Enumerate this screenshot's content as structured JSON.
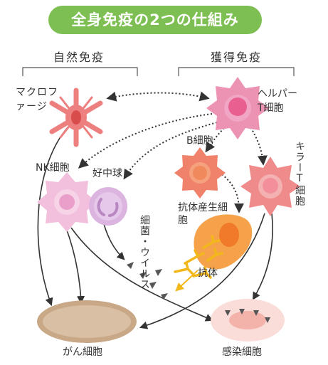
{
  "title": "全身免疫の2つの仕組み",
  "groups": {
    "innate": "自然免疫",
    "acquired": "獲得免疫"
  },
  "cells": {
    "macrophage": "マクロファージ",
    "helper_t": "ヘルパーT細胞",
    "b_cell": "B細胞",
    "nk_cell": "NK細胞",
    "neutrophil": "好中球",
    "killer_t": "キラーT細胞",
    "plasma_cell": "抗体産生細胞",
    "bacteria_virus": "細菌・ウイルス",
    "antibody": "抗体",
    "cancer_cell": "がん細胞",
    "infected_cell": "感染細胞"
  },
  "colors": {
    "title_bg": "#7dbf53",
    "macrophage": "#ee7f7f",
    "helper_t": "#ec93b4",
    "b_cell": "#f0826b",
    "nk_cell": "#f2c0dc",
    "neutrophil": "#dbb4e0",
    "killer_t": "#f08b8b",
    "plasma_cell": "#f5a24a",
    "antibody": "#f2b71a",
    "cancer_cell": "#c8a887",
    "infected_cell": "#fadcd9"
  }
}
